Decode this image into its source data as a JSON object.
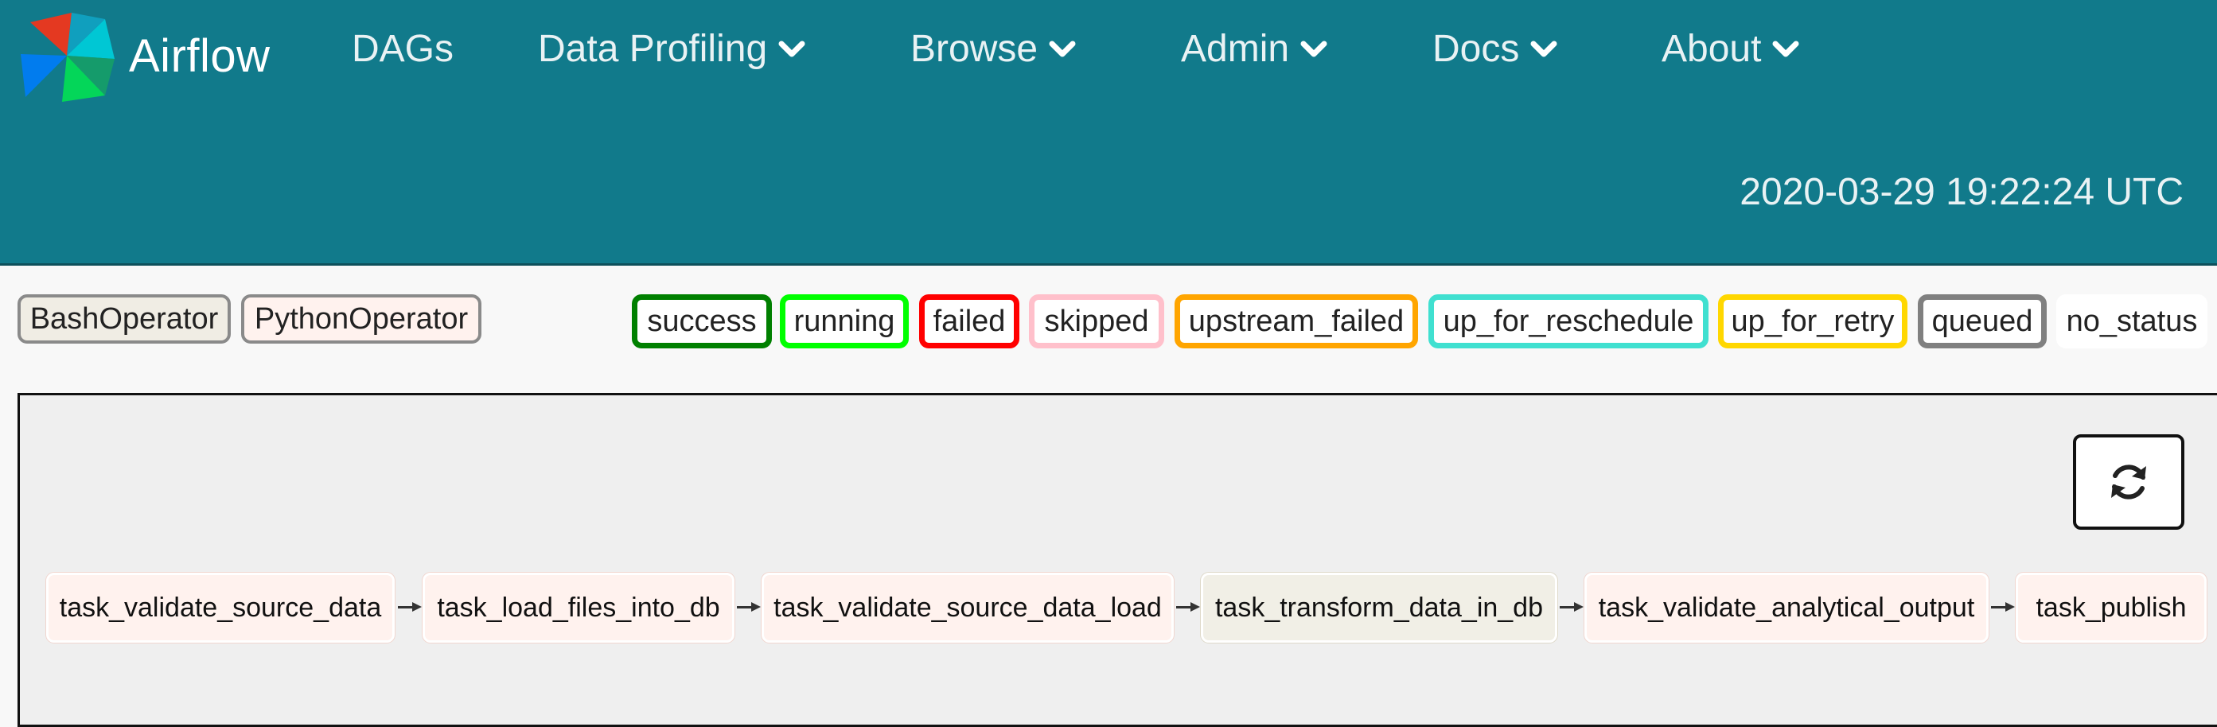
{
  "app": {
    "brand": "Airflow"
  },
  "nav": {
    "items": [
      {
        "label": "DAGs",
        "dropdown": false
      },
      {
        "label": "Data Profiling",
        "dropdown": true
      },
      {
        "label": "Browse",
        "dropdown": true
      },
      {
        "label": "Admin",
        "dropdown": true
      },
      {
        "label": "Docs",
        "dropdown": true
      },
      {
        "label": "About",
        "dropdown": true
      }
    ],
    "clock": "2020-03-29 19:22:24 UTC"
  },
  "legend": {
    "operators": [
      {
        "label": "BashOperator",
        "color": "#f0ede4"
      },
      {
        "label": "PythonOperator",
        "color": "#fff2ee"
      }
    ],
    "states": [
      {
        "label": "success",
        "color": "#008000"
      },
      {
        "label": "running",
        "color": "#00ff00"
      },
      {
        "label": "failed",
        "color": "#ff0000"
      },
      {
        "label": "skipped",
        "color": "#ffc0cb"
      },
      {
        "label": "upstream_failed",
        "color": "#ffa500"
      },
      {
        "label": "up_for_reschedule",
        "color": "#40e0d0"
      },
      {
        "label": "up_for_retry",
        "color": "#ffd700"
      },
      {
        "label": "queued",
        "color": "#808080"
      },
      {
        "label": "no_status",
        "color": "#ffffff"
      }
    ]
  },
  "graph": {
    "refresh_icon": "refresh-icon",
    "tasks": [
      {
        "label": "task_validate_source_data",
        "operator": "PythonOperator"
      },
      {
        "label": "task_load_files_into_db",
        "operator": "PythonOperator"
      },
      {
        "label": "task_validate_source_data_load",
        "operator": "PythonOperator"
      },
      {
        "label": "task_transform_data_in_db",
        "operator": "BashOperator"
      },
      {
        "label": "task_validate_analytical_output",
        "operator": "PythonOperator"
      },
      {
        "label": "task_publish",
        "operator": "PythonOperator"
      }
    ]
  }
}
